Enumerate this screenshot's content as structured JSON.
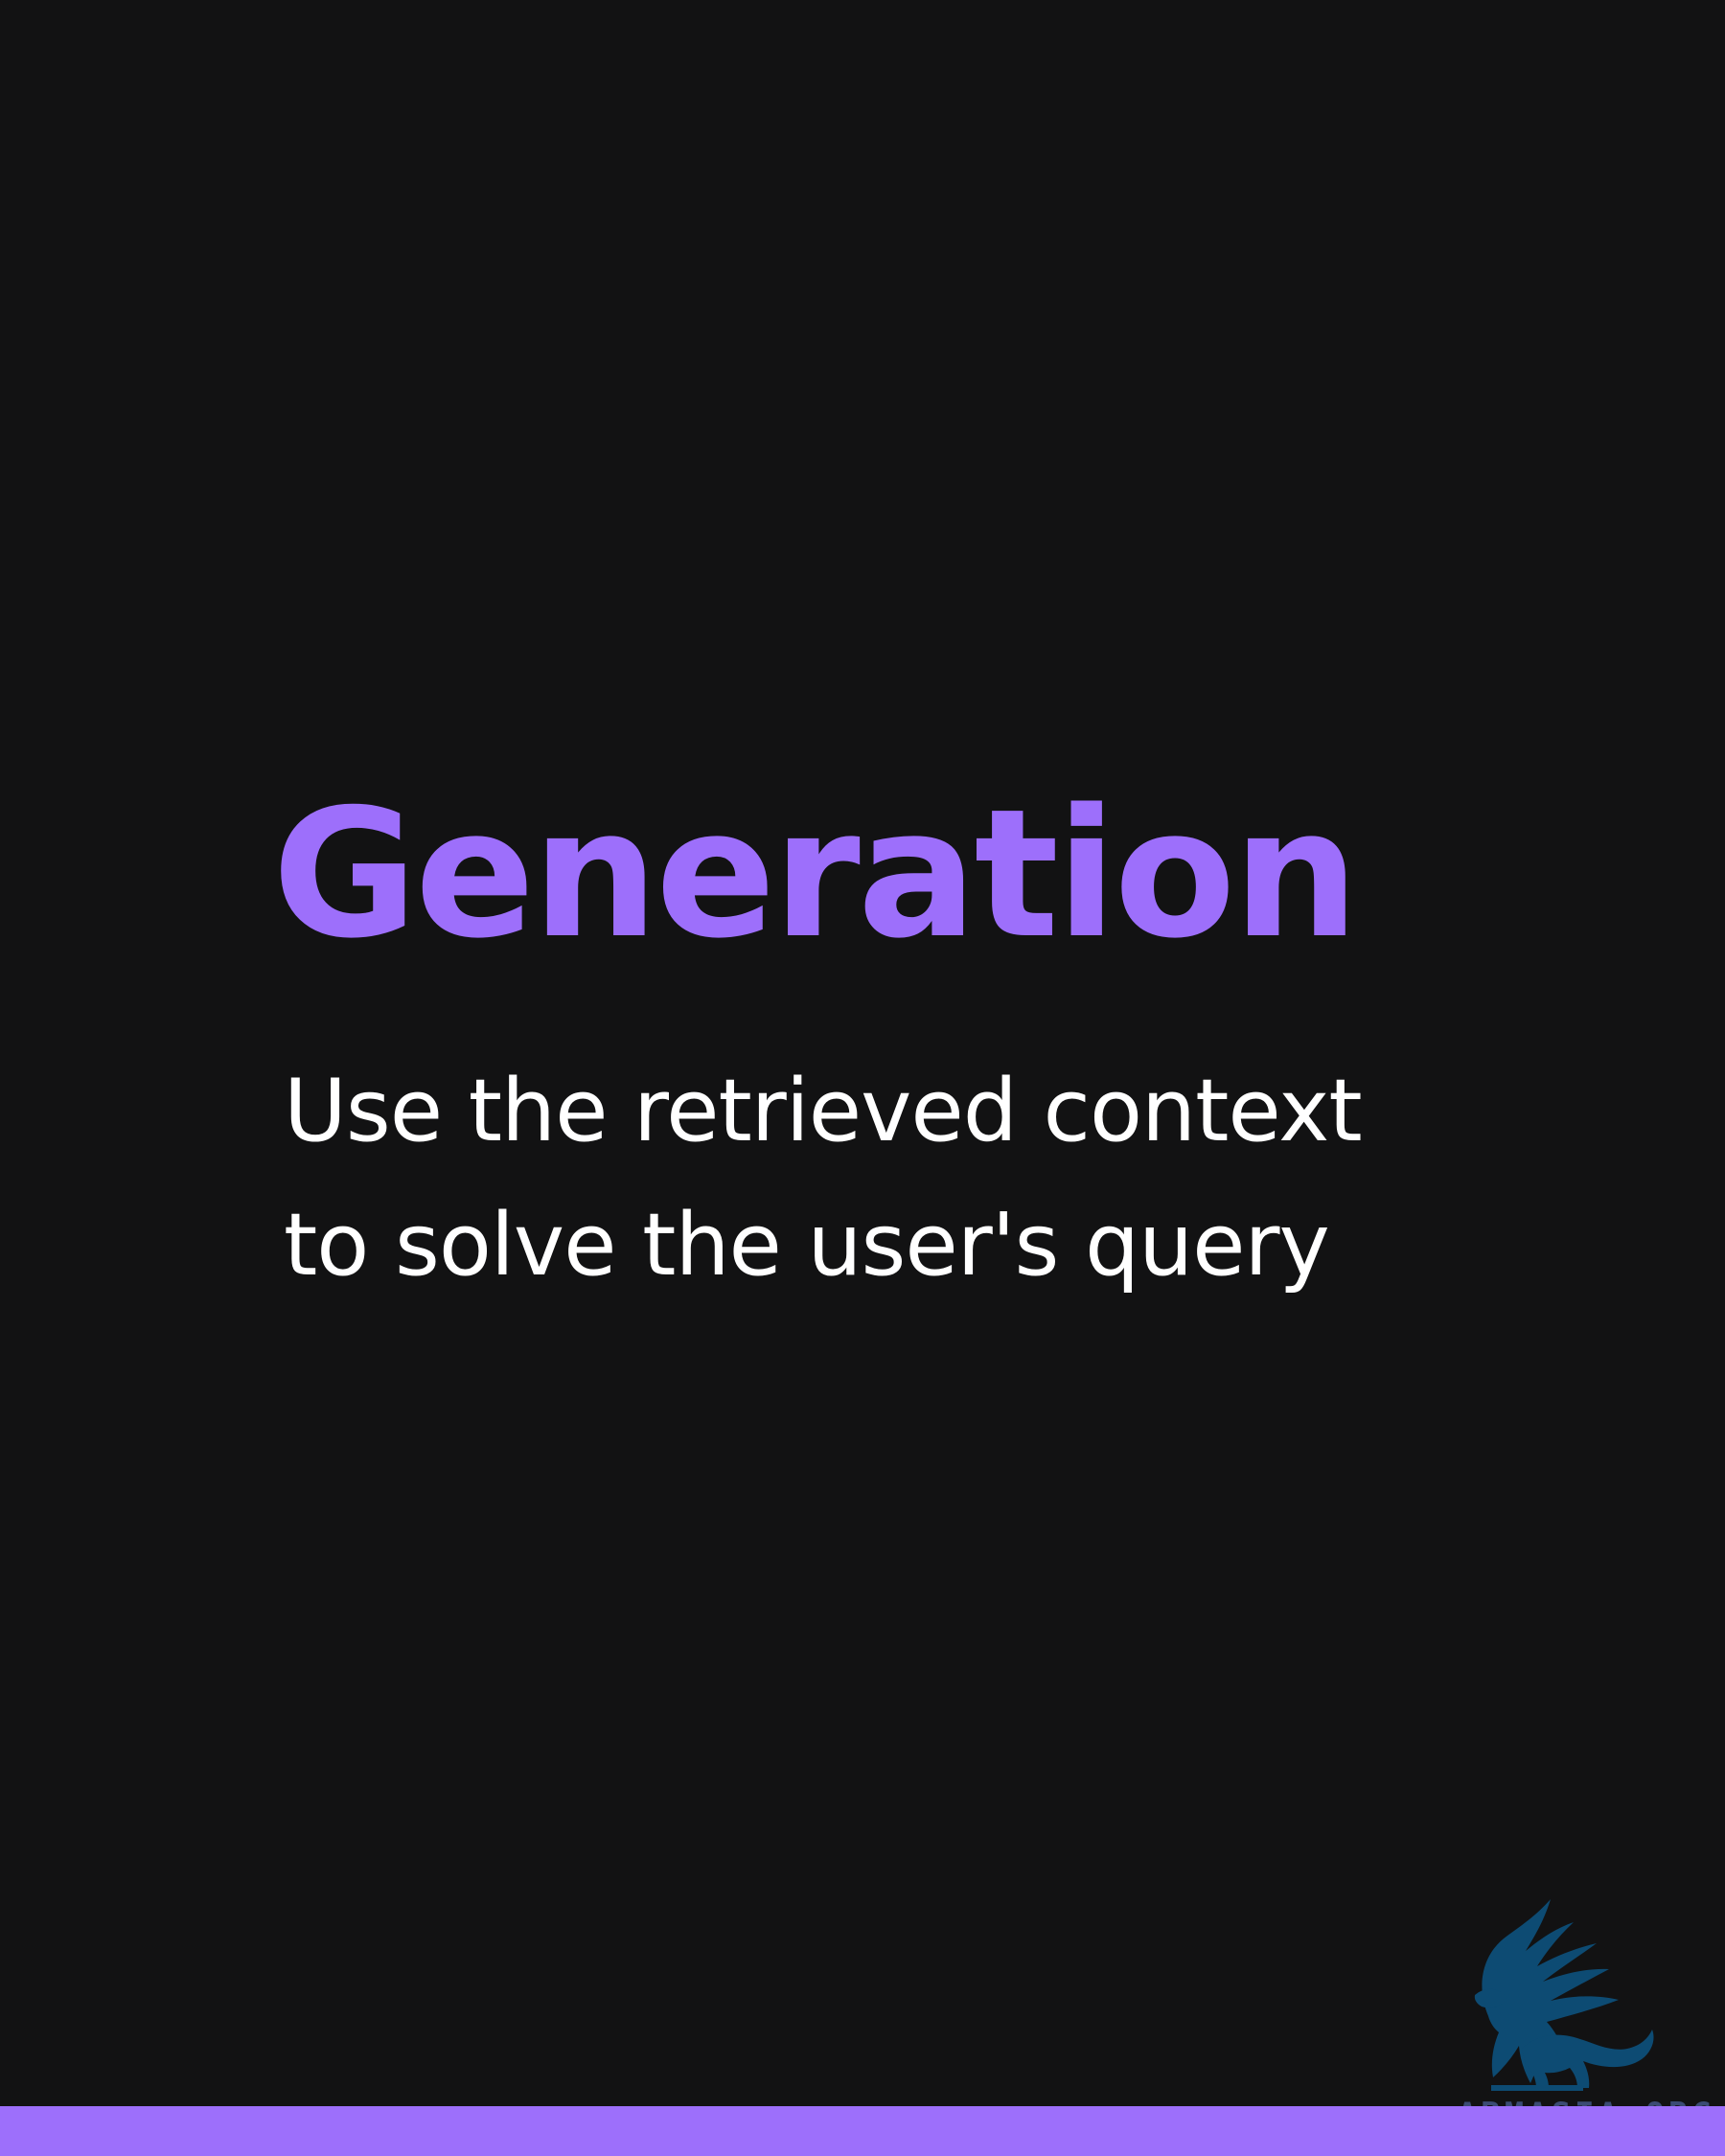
{
  "slide": {
    "title": "Generation",
    "body_lines": [
      "Use the retrieved context",
      "to solve the user's query"
    ]
  },
  "branding": {
    "logo_icon": "winged-lion-icon",
    "watermark_text": "ABMASIA.ORG"
  },
  "colors": {
    "background": "#121213",
    "accent": "#9d6ffb",
    "text": "#ffffff",
    "logo": "#0d4b73",
    "watermark": "#3e4f7a"
  }
}
